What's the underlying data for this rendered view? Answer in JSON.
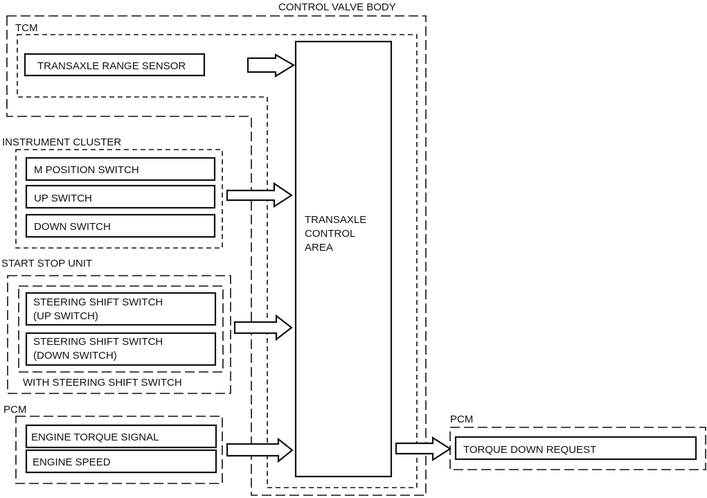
{
  "diagram": {
    "control_valve_body": {
      "label": "CONTROL VALVE BODY"
    },
    "tcm": {
      "label": "TCM",
      "inputs": [
        "TRANSAXLE RANGE SENSOR"
      ],
      "control_area": {
        "lines": [
          "TRANSAXLE",
          "CONTROL",
          "AREA"
        ]
      }
    },
    "instrument_cluster": {
      "label": "INSTRUMENT CLUSTER",
      "items": [
        "M POSITION SWITCH",
        "UP SWITCH",
        "DOWN SWITCH"
      ]
    },
    "start_stop_unit": {
      "label": "START STOP UNIT",
      "sub_group_label": "WITH STEERING SHIFT SWITCH",
      "items": [
        {
          "line1": "STEERING SHIFT SWITCH",
          "line2": "(UP SWITCH)"
        },
        {
          "line1": "STEERING SHIFT SWITCH",
          "line2": "(DOWN SWITCH)"
        }
      ]
    },
    "pcm_input": {
      "label": "PCM",
      "items": [
        "ENGINE TORQUE SIGNAL",
        "ENGINE SPEED"
      ]
    },
    "pcm_output": {
      "label": "PCM",
      "items": [
        "TORQUE DOWN REQUEST"
      ]
    }
  }
}
